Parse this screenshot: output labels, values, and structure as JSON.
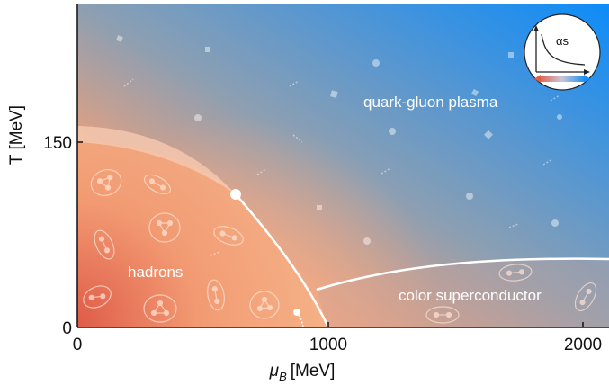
{
  "regions": {
    "qgp": "quark-gluon plasma",
    "hadrons": "hadrons",
    "color_superconductor": "color superconductor"
  },
  "axes": {
    "x_title_symbol": "μ",
    "x_title_subscript": "B",
    "x_title_unit": "[MeV]",
    "y_title": "T [MeV]",
    "x_ticks": [
      "0",
      "1000",
      "2000"
    ],
    "y_ticks": [
      "0",
      "150"
    ]
  },
  "inset": {
    "label": "αs"
  },
  "colors": {
    "hot": "#e0604a",
    "warm": "#f5a878",
    "plasma": "#1e8ff2",
    "line": "#ffffff"
  },
  "icons": {
    "inset": "running-coupling-icon",
    "hadron": "hadron-ellipse-icon",
    "critical_point": "critical-point-icon"
  }
}
